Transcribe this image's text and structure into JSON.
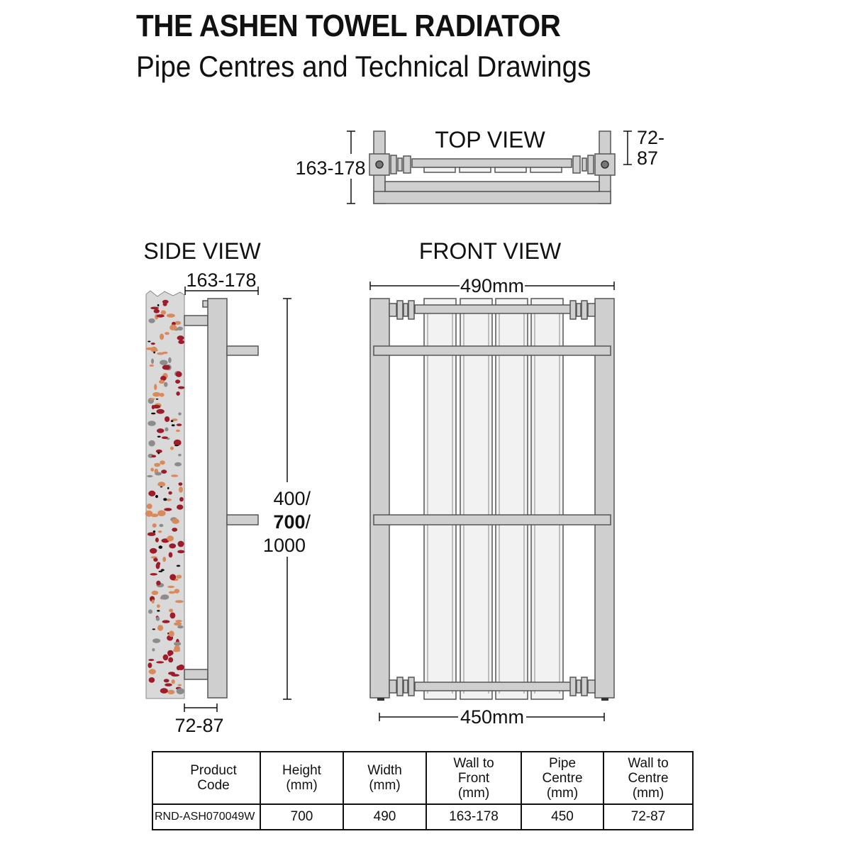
{
  "header": {
    "title": "THE ASHEN TOWEL RADIATOR",
    "subtitle": "Pipe Centres and Technical Drawings"
  },
  "views": {
    "top": {
      "label": "TOP VIEW",
      "depth_dim": "163-178",
      "pipe_dim_line1": "72-",
      "pipe_dim_line2": "87"
    },
    "side": {
      "label": "SIDE VIEW",
      "depth_dim": "163-178",
      "pipe_dim": "72-87",
      "height_line1": "400/",
      "height_line2_bold": "700",
      "height_line2_rest": "/",
      "height_line3": "1000"
    },
    "front": {
      "label": "FRONT VIEW",
      "width_dim": "490mm",
      "pipe_centre_dim": "450mm"
    }
  },
  "colors": {
    "metal_fill": "#cfcfcf",
    "panel_fill": "#f2f2f2",
    "outline": "#555555",
    "wall_fill": "#d9d9d9",
    "speck_red": "#9e1b2a",
    "speck_orange": "#d98a5c",
    "speck_grey": "#8c8c8c",
    "speck_black": "#111111"
  },
  "spec_table": {
    "headers": [
      "Product\nCode",
      "Height\n(mm)",
      "Width\n(mm)",
      "Wall to\nFront\n(mm)",
      "Pipe\nCentre\n(mm)",
      "Wall to\nCentre\n(mm)"
    ],
    "rows": [
      [
        "RND-ASH070049W",
        "700",
        "490",
        "163-178",
        "450",
        "72-87"
      ]
    ]
  }
}
